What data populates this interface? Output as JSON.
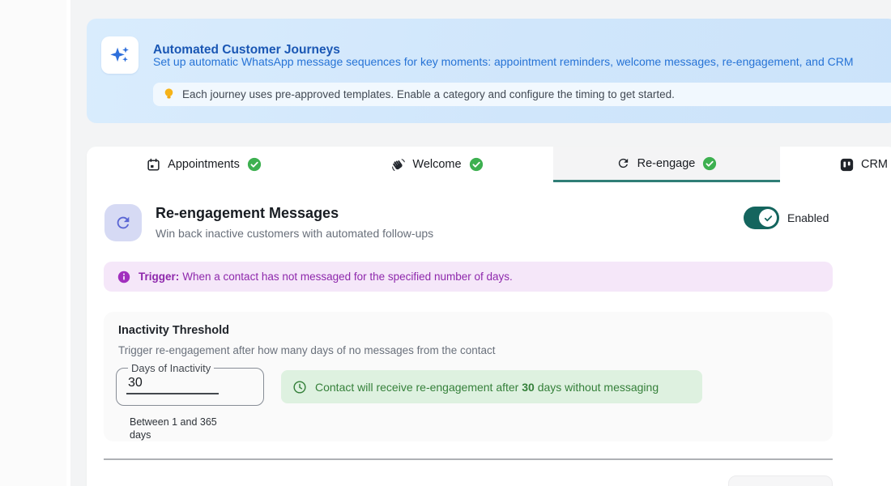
{
  "banner": {
    "title": "Automated Customer Journeys",
    "subtitle": "Set up automatic WhatsApp message sequences for key moments: appointment reminders, welcome messages, re-engagement, and CRM",
    "tip": "Each journey uses pre-approved templates. Enable a category and configure the timing to get started."
  },
  "tabs": [
    {
      "label": "Appointments",
      "icon": "calendar-icon",
      "status": "complete"
    },
    {
      "label": "Welcome",
      "icon": "wave-icon",
      "status": "complete"
    },
    {
      "label": "Re-engage",
      "icon": "refresh-icon",
      "status": "complete",
      "active": true
    },
    {
      "label": "CRM",
      "icon": "kanban-icon"
    }
  ],
  "section": {
    "title": "Re-engagement Messages",
    "subtitle": "Win back inactive customers with automated follow-ups",
    "toggle_label": "Enabled",
    "toggle_state": "on"
  },
  "trigger_note": {
    "label": "Trigger:",
    "text": "When a contact has not messaged for the specified number of days."
  },
  "threshold": {
    "title": "Inactivity Threshold",
    "description": "Trigger re-engagement after how many days of no messages from the contact",
    "field_label": "Days of Inactivity",
    "field_value": "30",
    "field_helper": "Between 1 and 365 days",
    "summary_prefix": "Contact will receive re-engagement after",
    "summary_value": "30",
    "summary_suffix": "days without messaging"
  },
  "colors": {
    "accent_teal": "#14655e",
    "tab_underline": "#2f7e76",
    "banner_blue_text": "#1a57b4",
    "trigger_purple": "#8e28ac",
    "summary_green": "#35803a",
    "check_green": "#3db050",
    "sparkle_blue": "#2e6fdb"
  }
}
